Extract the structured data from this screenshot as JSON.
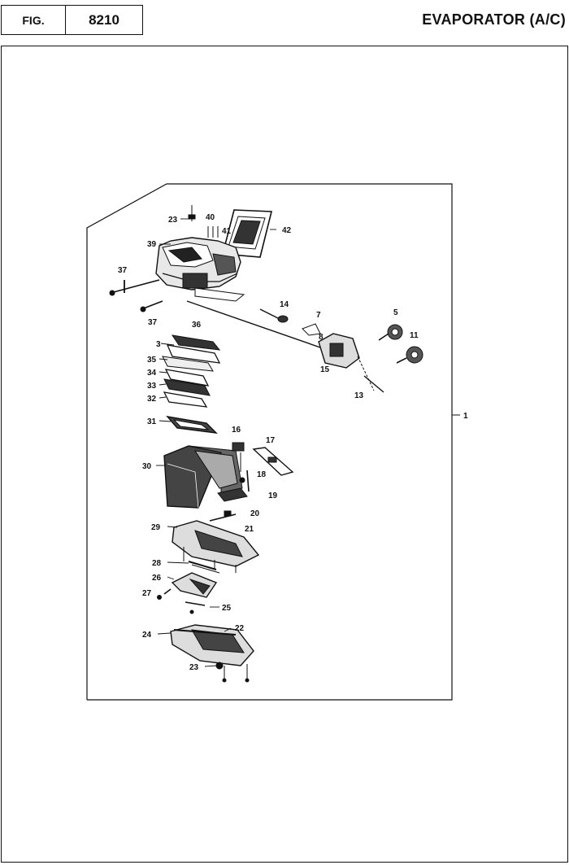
{
  "header": {
    "fig_label": "FIG.",
    "fig_number": "8210",
    "title": "EVAPORATOR (A/C)"
  },
  "diagram": {
    "callouts": [
      {
        "id": "c-23a",
        "text": "23"
      },
      {
        "id": "c-40",
        "text": "40"
      },
      {
        "id": "c-41",
        "text": "41"
      },
      {
        "id": "c-42",
        "text": "42"
      },
      {
        "id": "c-39",
        "text": "39"
      },
      {
        "id": "c-37a",
        "text": "37"
      },
      {
        "id": "c-37b",
        "text": "37"
      },
      {
        "id": "c-14",
        "text": "14"
      },
      {
        "id": "c-7",
        "text": "7"
      },
      {
        "id": "c-8",
        "text": "8"
      },
      {
        "id": "c-5",
        "text": "5"
      },
      {
        "id": "c-11",
        "text": "11"
      },
      {
        "id": "c-36",
        "text": "36"
      },
      {
        "id": "c-3",
        "text": "3"
      },
      {
        "id": "c-35",
        "text": "35"
      },
      {
        "id": "c-34",
        "text": "34"
      },
      {
        "id": "c-33",
        "text": "33"
      },
      {
        "id": "c-32",
        "text": "32"
      },
      {
        "id": "c-15",
        "text": "15"
      },
      {
        "id": "c-13",
        "text": "13"
      },
      {
        "id": "c-1",
        "text": "1"
      },
      {
        "id": "c-31",
        "text": "31"
      },
      {
        "id": "c-16",
        "text": "16"
      },
      {
        "id": "c-17",
        "text": "17"
      },
      {
        "id": "c-30",
        "text": "30"
      },
      {
        "id": "c-18",
        "text": "18"
      },
      {
        "id": "c-19",
        "text": "19"
      },
      {
        "id": "c-20",
        "text": "20"
      },
      {
        "id": "c-21",
        "text": "21"
      },
      {
        "id": "c-29",
        "text": "29"
      },
      {
        "id": "c-28",
        "text": "28"
      },
      {
        "id": "c-26",
        "text": "26"
      },
      {
        "id": "c-27",
        "text": "27"
      },
      {
        "id": "c-25",
        "text": "25"
      },
      {
        "id": "c-22",
        "text": "22"
      },
      {
        "id": "c-24",
        "text": "24"
      },
      {
        "id": "c-23b",
        "text": "23"
      }
    ]
  }
}
